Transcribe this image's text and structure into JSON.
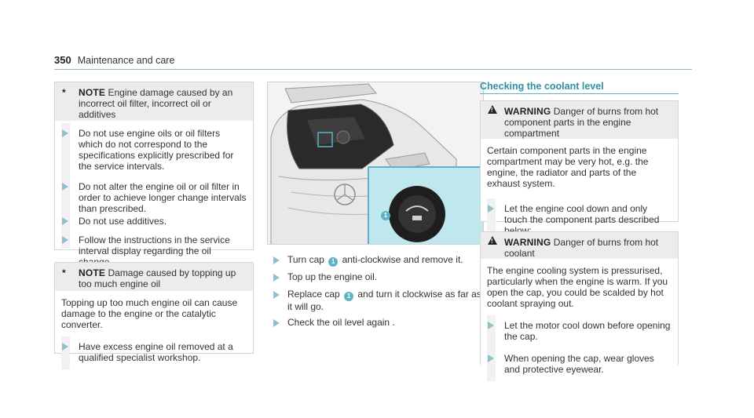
{
  "header": {
    "page_number": "350",
    "section": "Maintenance and care"
  },
  "note1": {
    "symbol": "*",
    "keyword": "NOTE",
    "title": " Engine damage caused by an incorrect oil filter, incorrect oil or additives",
    "steps": [
      "Do not use engine oils or oil filters which do not correspond to the specifications explicitly prescribed for the service intervals.",
      "Do not alter the engine oil or oil filter in order to achieve longer change intervals than prescribed.",
      "Do not use additives.",
      "Follow the instructions in the service interval display regarding the oil change."
    ]
  },
  "note2": {
    "symbol": "*",
    "keyword": "NOTE",
    "title": " Damage caused by topping up too much engine oil",
    "paragraph": "Topping up too much engine oil can cause damage to the engine or the catalytic converter.",
    "steps": [
      "Have excess engine oil removed at a qualified specialist workshop."
    ]
  },
  "figure": {
    "callout": "1"
  },
  "middle_steps": {
    "step1_a": "Turn cap ",
    "step1_badge": "1",
    "step1_b": " anti-clockwise and remove it.",
    "step2": "Top up the engine oil.",
    "step3_a": "Replace cap ",
    "step3_badge": "1",
    "step3_b": " and turn it clockwise as far as it will go.",
    "step4": "Check the oil level again ."
  },
  "coolant": {
    "title": "Checking the coolant level",
    "warning1": {
      "keyword": "WARNING",
      "title": " Danger of burns from hot component parts in the engine compartment",
      "paragraph": "Certain component parts in the engine compartment may be very hot, e.g. the engine, the radiator and parts of the exhaust system.",
      "steps": [
        "Let the engine cool down and only touch the component parts described below:"
      ]
    },
    "warning2": {
      "keyword": "WARNING",
      "title": " Danger of burns from hot coolant",
      "paragraph": "The engine cooling system is pressurised, particularly when the engine is warm. If you open the cap, you could be scalded by hot coolant spraying out.",
      "steps": [
        "Let the motor cool down before opening the cap.",
        "When opening the cap, wear gloves and protective eyewear."
      ]
    }
  },
  "colors": {
    "accent": "#5fb3c7",
    "heading": "#2f8fa8",
    "figure_highlight": "#bfe8ee"
  }
}
